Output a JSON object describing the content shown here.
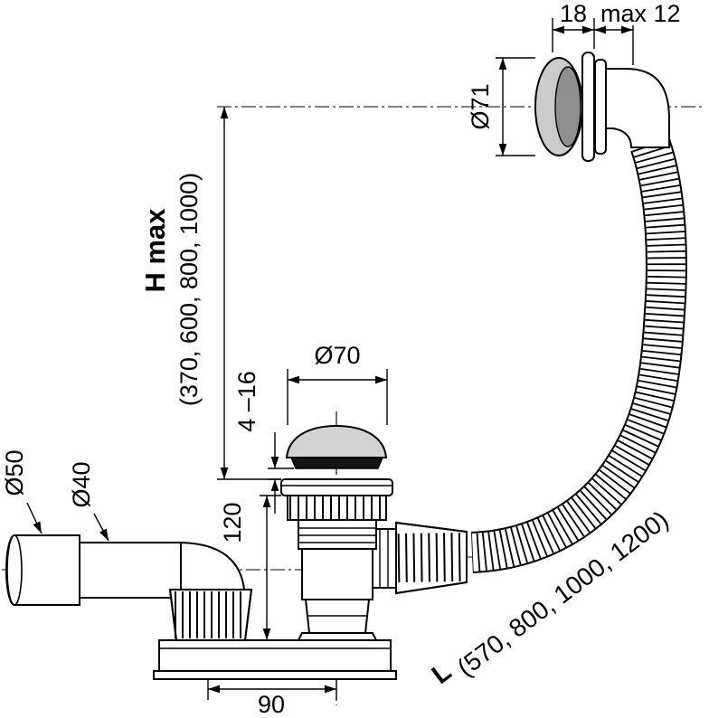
{
  "diagram": {
    "labels": {
      "flange_depth": "18",
      "wall_thickness": "max 12",
      "overflow_cap_diameter": "Ø71",
      "height_label": "H max",
      "height_values": "(370, 600, 800, 1000)",
      "plug_cap_diameter": "Ø70",
      "adjust_range": "4 –16",
      "outlet_outer_diameter": "Ø50",
      "outlet_pipe_diameter": "Ø40",
      "trap_height": "120",
      "base_length": "90",
      "hose_length_label": "L",
      "hose_length_values": "(570, 800, 1000, 1200)"
    },
    "colors": {
      "cap_light": "#cbcbcb",
      "cap_dark": "#8f8f8f",
      "plug_light": "#d2d2d2",
      "seal_dark": "#141414"
    }
  }
}
